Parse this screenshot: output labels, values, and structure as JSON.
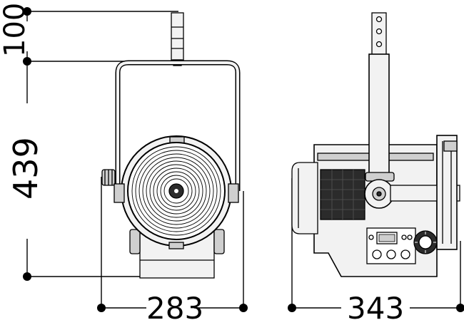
{
  "drawing": {
    "dimensions": {
      "stem_height": "100",
      "body_height": "439",
      "front_width": "283",
      "side_depth": "343"
    },
    "colors": {
      "line": "#000000",
      "fill_light": "#f2f2f2",
      "fill_mid": "#cfcfcf",
      "fill_dark": "#2b2b2b",
      "background": "#ffffff"
    }
  }
}
